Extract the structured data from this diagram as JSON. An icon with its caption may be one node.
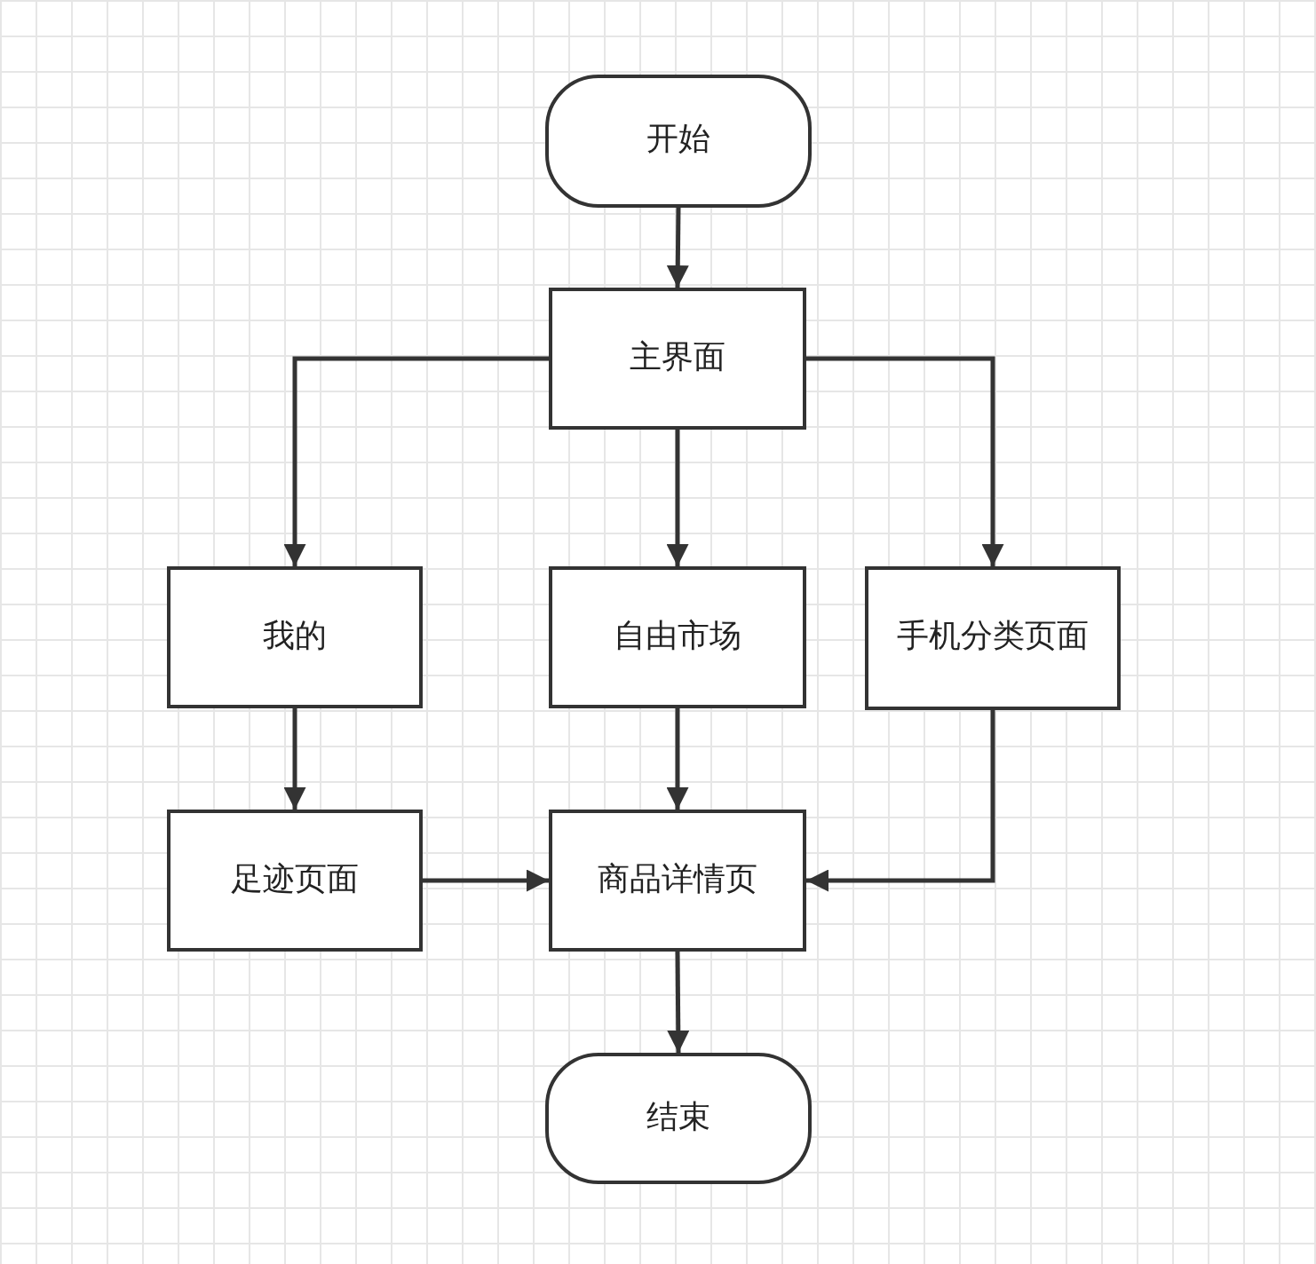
{
  "diagram": {
    "nodes": [
      {
        "text": [
          "开始"
        ]
      },
      {
        "text": [
          "主界面"
        ]
      },
      {
        "text": [
          "我的"
        ]
      },
      {
        "text": [
          "自由市场"
        ]
      },
      {
        "text": [
          "手机分类页面"
        ]
      },
      {
        "text": [
          "足迹页面"
        ]
      },
      {
        "text": [
          "商品详情页"
        ]
      },
      {
        "text": [
          "结束"
        ]
      }
    ],
    "edges": [
      {
        "from": 0,
        "to": 1,
        "arrow": "to"
      },
      {
        "from": 1,
        "to": 2,
        "arrow": "to"
      },
      {
        "from": 1,
        "to": 3,
        "arrow": "to"
      },
      {
        "from": 1,
        "to": 4,
        "arrow": "to"
      },
      {
        "from": 2,
        "to": 5,
        "arrow": "to"
      },
      {
        "from": 3,
        "to": 6,
        "arrow": "to"
      },
      {
        "from": 5,
        "to": 6,
        "arrow": "to"
      },
      {
        "from": 4,
        "to": 6,
        "arrow": "to"
      },
      {
        "from": 6,
        "to": 7,
        "arrow": "to"
      }
    ]
  }
}
